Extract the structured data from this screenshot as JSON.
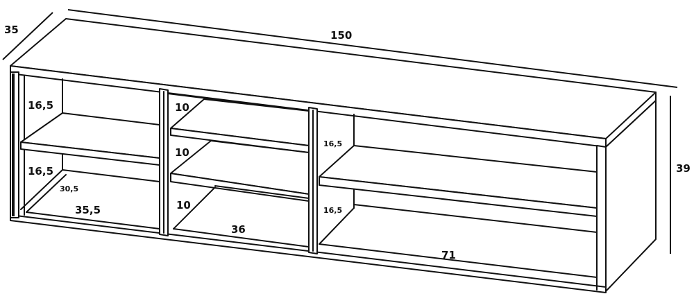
{
  "dimensions": {
    "depth": "35",
    "width": "150",
    "height": "39"
  },
  "left_section": {
    "upper_shelf_height": "16,5",
    "lower_shelf_height": "16,5",
    "inner_depth": "30,5",
    "inner_width": "35,5"
  },
  "middle_section": {
    "top_shelf_height": "10",
    "middle_shelf_height": "10",
    "bottom_shelf_height": "10",
    "inner_width": "36"
  },
  "right_section": {
    "upper_shelf_height": "16,5",
    "lower_shelf_height": "16,5",
    "inner_width": "71"
  }
}
